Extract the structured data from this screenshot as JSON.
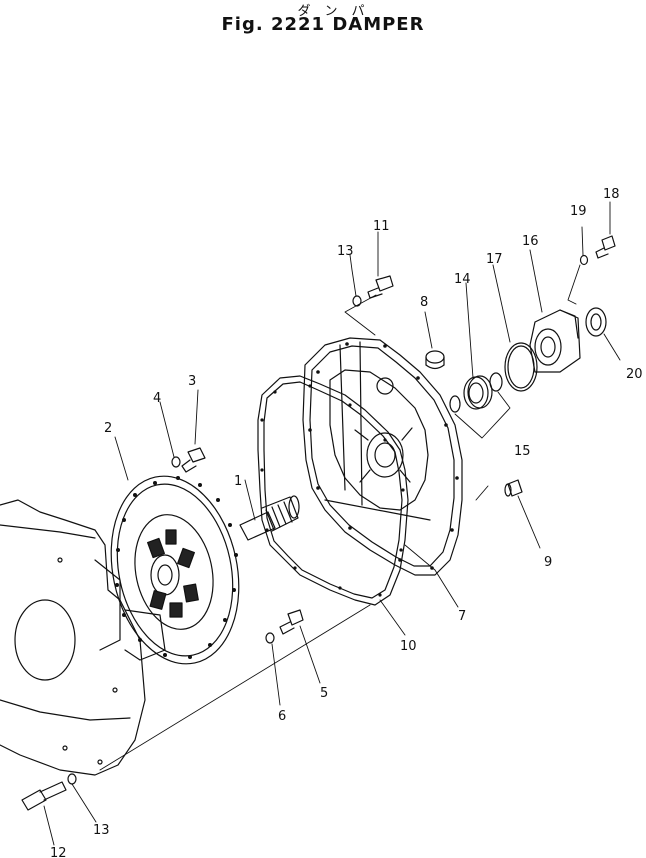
{
  "header": {
    "kana": "ダンパ",
    "title": "Fig. 2221  DAMPER"
  },
  "callouts": [
    {
      "id": "c1",
      "text": "1"
    },
    {
      "id": "c2",
      "text": "2"
    },
    {
      "id": "c3",
      "text": "3"
    },
    {
      "id": "c4",
      "text": "4"
    },
    {
      "id": "c5",
      "text": "5"
    },
    {
      "id": "c6",
      "text": "6"
    },
    {
      "id": "c7",
      "text": "7"
    },
    {
      "id": "c8",
      "text": "8"
    },
    {
      "id": "c9",
      "text": "9"
    },
    {
      "id": "c10",
      "text": "10"
    },
    {
      "id": "c11",
      "text": "11"
    },
    {
      "id": "c12",
      "text": "12"
    },
    {
      "id": "c13a",
      "text": "13"
    },
    {
      "id": "c13b",
      "text": "13"
    },
    {
      "id": "c14",
      "text": "14"
    },
    {
      "id": "c15",
      "text": "15"
    },
    {
      "id": "c16",
      "text": "16"
    },
    {
      "id": "c17",
      "text": "17"
    },
    {
      "id": "c18",
      "text": "18"
    },
    {
      "id": "c19",
      "text": "19"
    },
    {
      "id": "c20",
      "text": "20"
    }
  ]
}
